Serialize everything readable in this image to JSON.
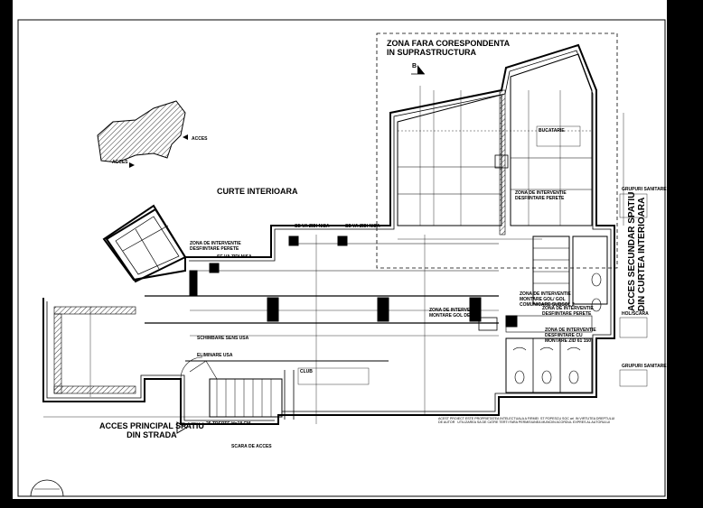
{
  "labels": {
    "zone_no_match": "ZONA FARA CORESPONDENTA\nIN SUPRASTRUCTURA",
    "courtyard": "CURTE INTERIOARA",
    "main_access": "ACCES PRINCIPAL SPATIU\nDIN STRADA",
    "secondary_access": "ACCES SECUNDAR SPATIU\nDIN CURTEA INTERIOARA",
    "locator_access_1": "ACCES",
    "locator_access_2": "ACCES",
    "section_mark": "B",
    "intervention_1": "ZONA DE INTERVENTIE\nDESFIINTARE PERETE",
    "intervention_2": "ZONA DE INTERVENTIE\nDESFIINTARE PERETE",
    "intervention_3": "ZONA DE INTERVENTIE\nDESFIINTARE PERETE",
    "intervention_4": "ZONA DE INTERVENTIE\nMONTARE GOL DE USA",
    "intervention_5": "ZONA DE INTERVENTIE\nDESFIINTARE PERETE",
    "intervention_6": "ZONA DE INTERVENTIE\nDESFIINTARE CU\nMONTARE ZID 61 150",
    "intervention_7": "ZONA DE INTERVENTIE\nMONTARE GOL/ GOL\nCOMUNICARE SUBSOL 2",
    "kitchen": "BUCATARIE",
    "sanitary_1": "GRUPURI SANITARE",
    "sanitary_2": "GRUPURI SANITARE",
    "lobby": "HOL/SCARA",
    "club": "CLUB",
    "stair_replace": "SCHIMBARE SENS USA",
    "stair_remove": "ELIMINARE USA",
    "stairs_note": "25 TREPTE H=18 CM",
    "stair_access": "SCARA DE ACCES",
    "wall_1": "SE VA ZIDI NISA",
    "wall_2": "SE VA ZIDI NISA",
    "wall_3": "SE VA ZIDI NISA",
    "copyright": "ACEST PROIECT ESTE PROPRIETATEA INTELECTUALA A FIRMEI  ST POPESCU SOC arl  IN VIRTUTEA DREPTULUI\nDE AUTOR   UTILIZAREA SA DE CATRE TERTI FARA PERMISIUNEA MUNCIIN ACORDUL EXPRES AL AUTORULUI"
  },
  "colors": {
    "frame": "#000000",
    "line": "#111111",
    "hatch": "#333333"
  }
}
